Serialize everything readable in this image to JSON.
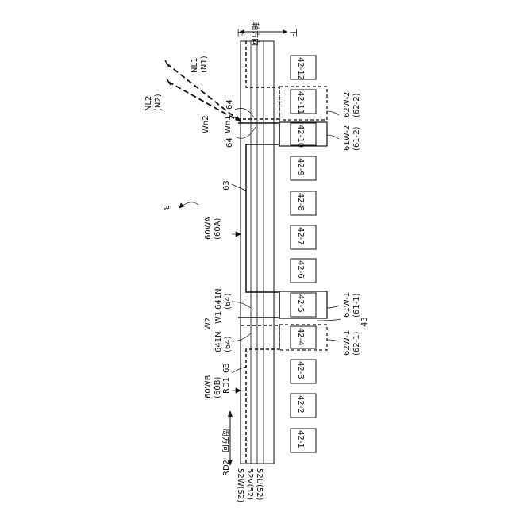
{
  "figure_ref": "3",
  "axial": {
    "label": "軸方向",
    "up": "上",
    "down": "下"
  },
  "circ": {
    "label": "周方向",
    "rd1": "RD1",
    "rd2": "RD2"
  },
  "coils": [
    "42-1",
    "42-2",
    "42-3",
    "42-4",
    "42-5",
    "42-6",
    "42-7",
    "42-8",
    "42-9",
    "42-10",
    "42-11",
    "42-12"
  ],
  "bus_labels": [
    "52W(52)",
    "52V(52)",
    "52U(52)"
  ],
  "labels": {
    "w60a": "60WA",
    "w60a_p": "(60A)",
    "w60b": "60WB",
    "w60b_p": "(60B)",
    "l63": "63",
    "n641": "641N",
    "n641_p": "(64)",
    "l64": "64",
    "w1": "W1",
    "w2": "W2",
    "wn1": "Wn1",
    "wn2": "Wn2",
    "nl1": "NL1",
    "nl1_p": "(N1)",
    "nl2": "NL2",
    "nl2_p": "(N2)",
    "c61w1": "61W-1",
    "c61w1_p": "(61-1)",
    "c62w1": "62W-1",
    "c62w1_p": "(62-1)",
    "c61w2": "61W-2",
    "c61w2_p": "(61-2)",
    "c62w2": "62W-2",
    "c62w2_p": "(62-2)",
    "l43": "43"
  }
}
